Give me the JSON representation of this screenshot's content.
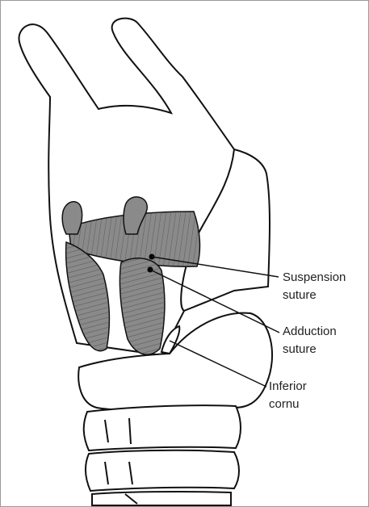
{
  "labels": {
    "suspension_suture": [
      "Suspension",
      "suture"
    ],
    "adduction_suture": [
      "Adduction",
      "suture"
    ],
    "inferior_cornu": [
      "Inferior",
      "cornu"
    ]
  },
  "colors": {
    "line": "#111111",
    "muscle_fill": "#8a8a8a",
    "background": "#ffffff"
  }
}
